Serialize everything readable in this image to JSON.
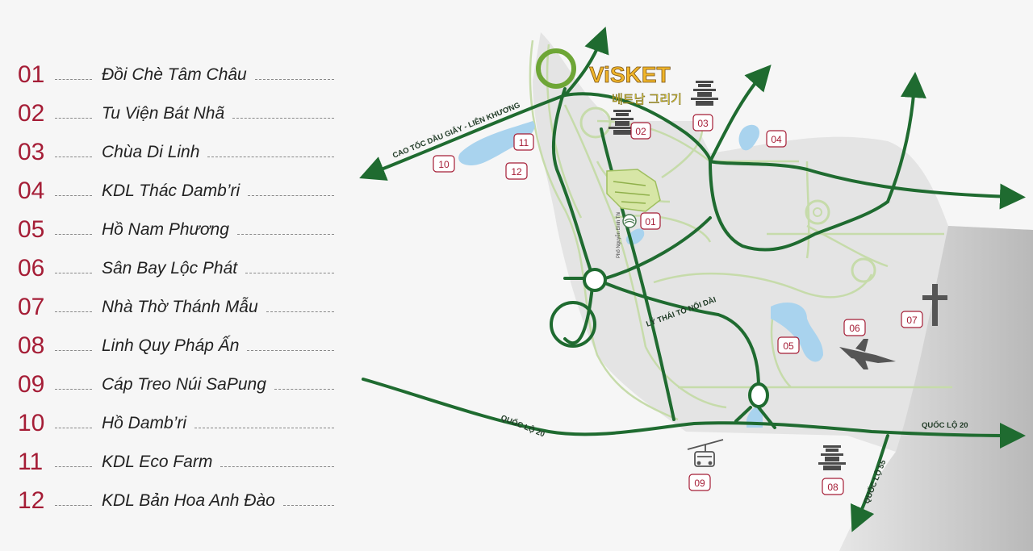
{
  "legend": [
    {
      "num": "01",
      "name": "Đồi Chè Tâm Châu"
    },
    {
      "num": "02",
      "name": "Tu Viện Bát Nhã"
    },
    {
      "num": "03",
      "name": "Chùa Di Linh"
    },
    {
      "num": "04",
      "name": "KDL Thác Damb’ri"
    },
    {
      "num": "05",
      "name": "Hồ Nam Phương"
    },
    {
      "num": "06",
      "name": "Sân Bay Lộc Phát"
    },
    {
      "num": "07",
      "name": "Nhà Thờ Thánh Mẫu"
    },
    {
      "num": "08",
      "name": "Linh Quy Pháp Ấn"
    },
    {
      "num": "09",
      "name": "Cáp Treo Núi SaPung"
    },
    {
      "num": "10",
      "name": "Hồ Damb’ri"
    },
    {
      "num": "11",
      "name": "KDL Eco Farm"
    },
    {
      "num": "12",
      "name": "KDL Bản Hoa Anh Đào"
    }
  ],
  "logo": {
    "title": "ViSKET",
    "subtitle": "베트남 그리기"
  },
  "roads": {
    "cao_toc": "CAO TỐC DẦU GIÂY - LIÊN KHƯƠNG",
    "ly_thai_to": "LÝ THÁI TỔ NỐI DÀI",
    "ql20_left": "QUỐC LỘ 20",
    "ql20_right": "QUỐC LỘ 20",
    "ql55": "QUỐC LỘ 55",
    "small_street": "Phố Nguyễn Đình Thi"
  },
  "markers": [
    "01",
    "02",
    "03",
    "04",
    "05",
    "06",
    "07",
    "08",
    "09",
    "10",
    "11",
    "12"
  ],
  "colors": {
    "accent": "#a51d36",
    "road": "#1f6b30",
    "light_road": "#c6dbaa",
    "zone": "#e3e3e3",
    "water": "#a9d3ee"
  }
}
